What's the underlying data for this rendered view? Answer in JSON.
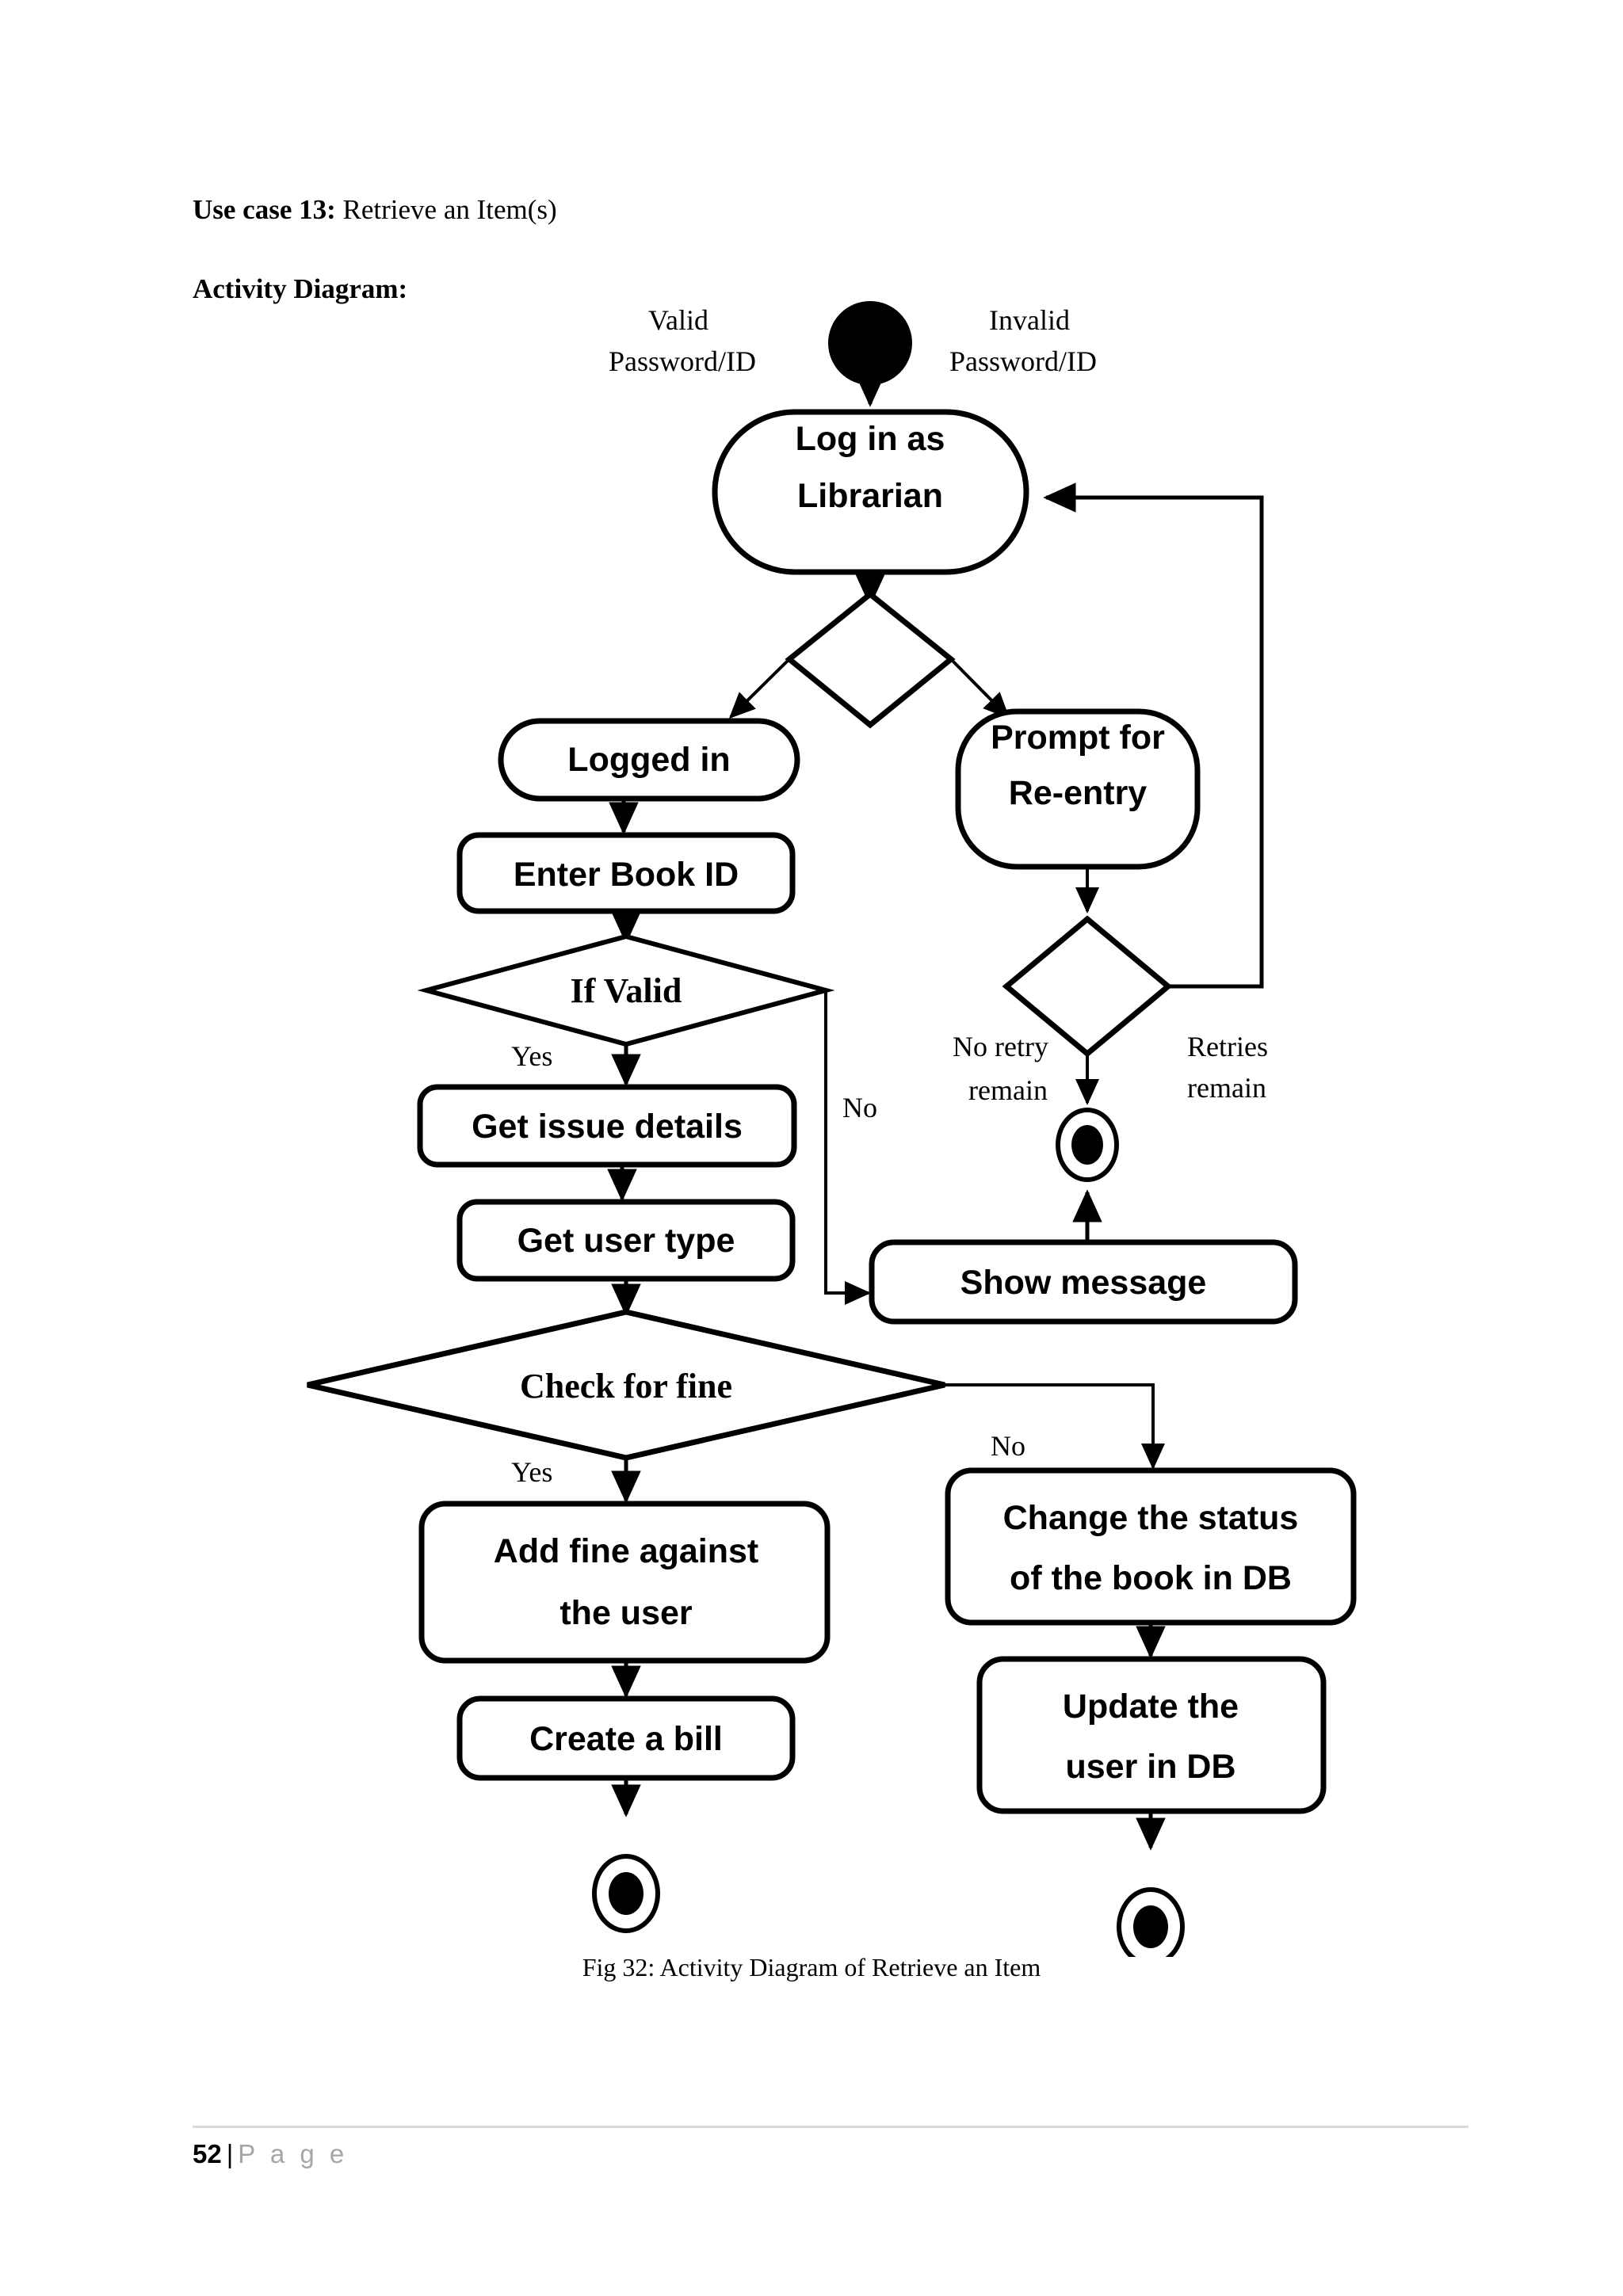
{
  "document": {
    "usecase_prefix": "Use case 13:",
    "usecase_title": " Retrieve an Item(s)",
    "section_label": "Activity Diagram:",
    "caption": "Fig 32: Activity Diagram of Retrieve an Item",
    "footer": {
      "page_number": "52",
      "separator": "|",
      "page_word": "P a g e"
    }
  },
  "diagram": {
    "type": "uml-activity-diagram",
    "title": "Activity Diagram of Retrieve an Item",
    "stroke_color": "#000000",
    "fill_color": "#ffffff",
    "nodes": {
      "start": {
        "kind": "initial-node",
        "label": ""
      },
      "login": {
        "kind": "action",
        "label_line1": "Log in as",
        "label_line2": "Librarian"
      },
      "login_decision": {
        "kind": "decision",
        "label": ""
      },
      "logged_in": {
        "kind": "action",
        "label": "Logged in"
      },
      "prompt_reentry": {
        "kind": "action",
        "label_line1": "Prompt for",
        "label_line2": "Re-entry"
      },
      "enter_book_id": {
        "kind": "action",
        "label": "Enter Book ID"
      },
      "retry_decision": {
        "kind": "decision",
        "label": ""
      },
      "if_valid": {
        "kind": "decision",
        "label": "If Valid"
      },
      "get_issue_details": {
        "kind": "action",
        "label": "Get issue details"
      },
      "show_message": {
        "kind": "action",
        "label": "Show   message"
      },
      "end_retry": {
        "kind": "final-node",
        "label": ""
      },
      "get_user_type": {
        "kind": "action",
        "label": "Get user type"
      },
      "check_for_fine": {
        "kind": "decision",
        "label": "Check for fine"
      },
      "add_fine": {
        "kind": "action",
        "label_line1": "Add fine against",
        "label_line2": "the user"
      },
      "change_status": {
        "kind": "action",
        "label_line1": "Change the status",
        "label_line2": "of the book in DB"
      },
      "create_bill": {
        "kind": "action",
        "label": "Create a bill"
      },
      "update_user": {
        "kind": "action",
        "label_line1": "Update the",
        "label_line2": "user in DB"
      },
      "end_bill": {
        "kind": "final-node",
        "label": ""
      },
      "end_update": {
        "kind": "final-node",
        "label": ""
      }
    },
    "edge_labels": {
      "valid_password": {
        "line1": "Valid",
        "line2": "Password/ID"
      },
      "invalid_password": {
        "line1": "Invalid",
        "line2": "Password/ID"
      },
      "if_valid_yes": "Yes",
      "if_valid_no": "No",
      "no_retry_remain": {
        "line1": "No retry",
        "line2": "remain"
      },
      "retries_remain": {
        "line1": "Retries",
        "line2": "remain"
      },
      "check_fine_yes": "Yes",
      "check_fine_no": "No"
    }
  }
}
